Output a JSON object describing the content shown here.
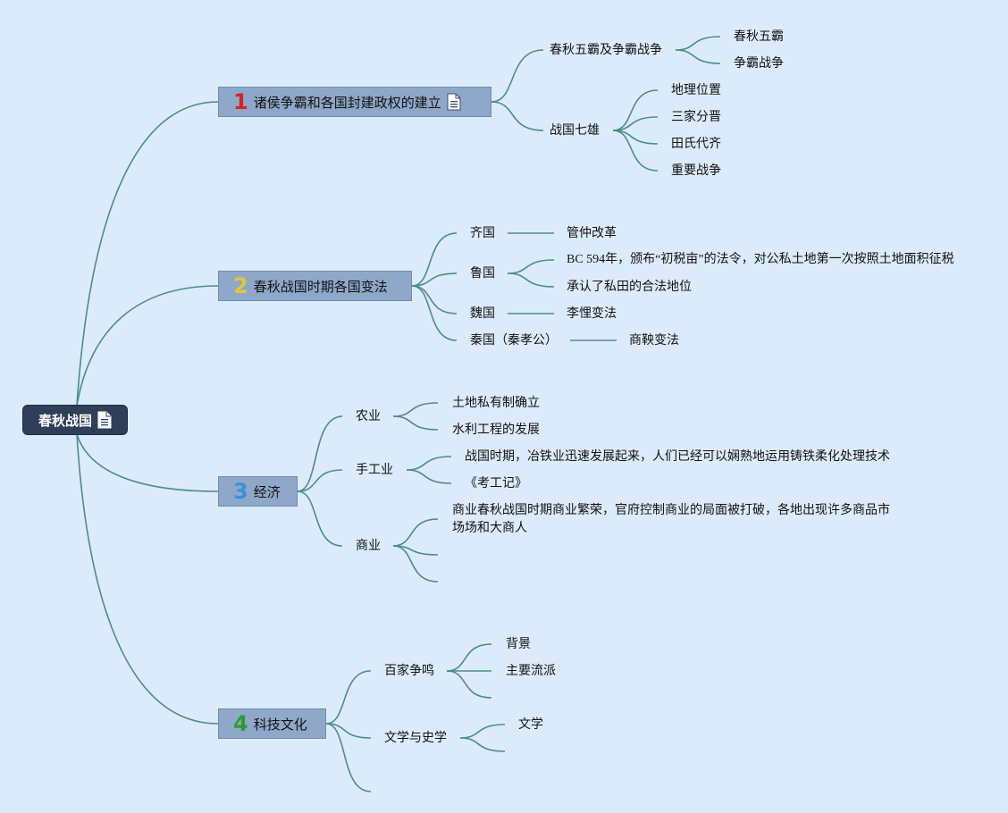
{
  "root": {
    "label": "春秋战国"
  },
  "topics": [
    {
      "num": "1",
      "label": "诸侯争霸和各国封建政权的建立",
      "num_color": "#d2232a",
      "children": [
        {
          "label": "春秋五霸及争霸战争",
          "children": [
            "春秋五霸",
            "争霸战争"
          ]
        },
        {
          "label": "战国七雄",
          "children": [
            "地理位置",
            "三家分晋",
            "田氏代齐",
            "重要战争"
          ]
        }
      ]
    },
    {
      "num": "2",
      "label": "春秋战国时期各国变法",
      "num_color": "#e7c43c",
      "children": [
        {
          "label": "齐国",
          "children": [
            "管仲改革"
          ]
        },
        {
          "label": "鲁国",
          "children": [
            "BC 594年，颁布“初税亩”的法令，对公私土地第一次按照土地面积征税",
            "承认了私田的合法地位"
          ]
        },
        {
          "label": "魏国",
          "children": [
            "李悝变法"
          ]
        },
        {
          "label": "秦国（秦孝公）",
          "children": [
            "商鞅变法"
          ]
        }
      ]
    },
    {
      "num": "3",
      "label": "经济",
      "num_color": "#3a8fd6",
      "children": [
        {
          "label": "农业",
          "children": [
            "土地私有制确立",
            "水利工程的发展"
          ]
        },
        {
          "label": "手工业",
          "children": [
            "战国时期，冶铁业迅速发展起来，人们已经可以娴熟地运用铸铁柔化处理技术",
            "《考工记》"
          ]
        },
        {
          "label": "商业",
          "children": [
            "商业春秋战国时期商业繁荣，官府控制商业的局面被打破，各地出现许多商品市场场和大商人",
            "",
            ""
          ]
        }
      ]
    },
    {
      "num": "4",
      "label": "科技文化",
      "num_color": "#2e9b3a",
      "children": [
        {
          "label": "百家争鸣",
          "children": [
            "背景",
            "主要流派",
            ""
          ]
        },
        {
          "label": "文学与史学",
          "children": [
            "文学",
            ""
          ]
        },
        {
          "label": "",
          "children": []
        }
      ]
    }
  ],
  "colors": {
    "background": "#dcebfb",
    "link": "#4e8c86",
    "root_bg": "#2f3f5a",
    "topic_bg": "#8fa8c9"
  }
}
